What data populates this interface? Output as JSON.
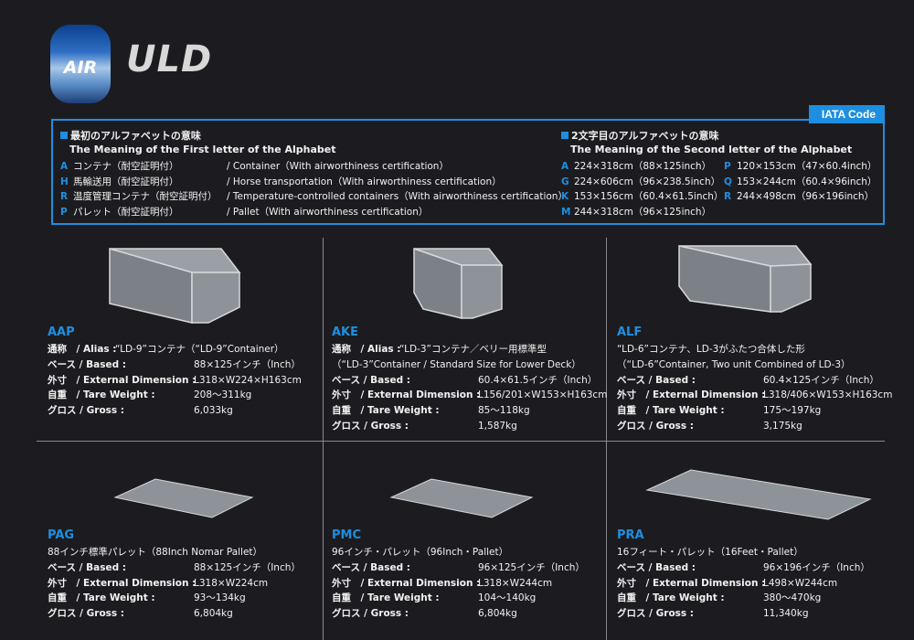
{
  "header": {
    "logo_text": "AIR",
    "title": "ULD"
  },
  "iata_label": "IATA Code",
  "first_letter": {
    "heading_jp": "最初のアルファベットの意味",
    "heading_en": "The Meaning of the First letter of the Alphabet",
    "items": [
      {
        "key": "A",
        "jp": "コンテナ（耐空証明付）",
        "en": "/ Container（With airworthiness certification）"
      },
      {
        "key": "H",
        "jp": "馬輸送用（耐空証明付）",
        "en": "/ Horse transportation（With airworthiness certification）"
      },
      {
        "key": "R",
        "jp": "温度管理コンテナ（耐空証明付）",
        "en": "/ Temperature-controlled containers（With airworthiness certification）"
      },
      {
        "key": "P",
        "jp": "パレット（耐空証明付）",
        "en": "/ Pallet（With airworthiness certification）"
      }
    ]
  },
  "second_letter": {
    "heading_jp": "2文字目のアルファベットの意味",
    "heading_en": "The Meaning of the Second letter of the Alphabet",
    "col1": [
      {
        "key": "A",
        "val": "224×318cm（88×125inch）"
      },
      {
        "key": "G",
        "val": "224×606cm（96×238.5inch）"
      },
      {
        "key": "K",
        "val": "153×156cm（60.4×61.5inch）"
      },
      {
        "key": "M",
        "val": "244×318cm（96×125inch）"
      }
    ],
    "col2": [
      {
        "key": "P",
        "val": "120×153cm（47×60.4inch）"
      },
      {
        "key": "Q",
        "val": "153×244cm（60.4×96inch）"
      },
      {
        "key": "R",
        "val": "244×498cm（96×196inch）"
      }
    ]
  },
  "items": [
    {
      "code": "AAP",
      "lines": [
        {
          "l": "通称　/ Alias :",
          "v": "“LD-9”コンテナ（“LD-9”Container）",
          "lb": true,
          "vx": 74
        },
        {
          "l": "ベース / Based :",
          "v": "88×125インチ（Inch）",
          "lb": true,
          "vx": 160
        },
        {
          "l": "外寸　/ External Dimension :",
          "v": "L318×W224×H163cm",
          "lb": true,
          "vx": 160
        },
        {
          "l": "自重　/ Tare Weight :",
          "v": "208〜311kg",
          "lb": true,
          "vx": 160
        },
        {
          "l": "グロス / Gross :",
          "v": "6,033kg",
          "lb": true,
          "vx": 160
        }
      ]
    },
    {
      "code": "AKE",
      "lines": [
        {
          "l": "通称　/ Alias :",
          "v": "“LD-3”コンテナ／ベリー用標準型",
          "lb": true,
          "vx": 74
        },
        {
          "l": "",
          "v": "（“LD-3”Container / Standard Size for Lower Deck）",
          "lb": false,
          "vx": 0
        },
        {
          "l": "ベース / Based :",
          "v": "60.4×61.5インチ（Inch）",
          "lb": true,
          "vx": 160
        },
        {
          "l": "外寸　/ External Dimension :",
          "v": "L156/201×W153×H163cm",
          "lb": true,
          "vx": 160
        },
        {
          "l": "自重　/ Tare Weight :",
          "v": "85〜118kg",
          "lb": true,
          "vx": 160
        },
        {
          "l": "グロス / Gross :",
          "v": "1,587kg",
          "lb": true,
          "vx": 160
        }
      ]
    },
    {
      "code": "ALF",
      "lines": [
        {
          "l": "",
          "v": "“LD-6”コンテナ、LD-3がふたつ合体した形",
          "lb": false,
          "vx": 0
        },
        {
          "l": "",
          "v": "（“LD-6”Container, Two unit Combined of LD-3）",
          "lb": false,
          "vx": 0
        },
        {
          "l": "ベース / Based :",
          "v": "60.4×125インチ（Inch）",
          "lb": true,
          "vx": 160
        },
        {
          "l": "外寸　/ External Dimension :",
          "v": "L318/406×W153×H163cm",
          "lb": true,
          "vx": 160
        },
        {
          "l": "自重　/ Tare Weight :",
          "v": "175〜197kg",
          "lb": true,
          "vx": 160
        },
        {
          "l": "グロス / Gross :",
          "v": "3,175kg",
          "lb": true,
          "vx": 160
        }
      ]
    },
    {
      "code": "PAG",
      "lines": [
        {
          "l": "",
          "v": "88インチ標準パレット（88Inch Nomar Pallet）",
          "lb": false,
          "vx": 0
        },
        {
          "l": "ベース / Based :",
          "v": "88×125インチ（Inch）",
          "lb": true,
          "vx": 160
        },
        {
          "l": "外寸　/ External Dimension :",
          "v": "L318×W224cm",
          "lb": true,
          "vx": 160
        },
        {
          "l": "自重　/ Tare Weight :",
          "v": "93〜134kg",
          "lb": true,
          "vx": 160
        },
        {
          "l": "グロス / Gross :",
          "v": "6,804kg",
          "lb": true,
          "vx": 160
        }
      ]
    },
    {
      "code": "PMC",
      "lines": [
        {
          "l": "",
          "v": "96インチ・パレット（96Inch・Pallet）",
          "lb": false,
          "vx": 0
        },
        {
          "l": "ベース / Based :",
          "v": "96×125インチ（Inch）",
          "lb": true,
          "vx": 160
        },
        {
          "l": "外寸　/ External Dimension :",
          "v": "L318×W244cm",
          "lb": true,
          "vx": 160
        },
        {
          "l": "自重　/ Tare Weight :",
          "v": "104〜140kg",
          "lb": true,
          "vx": 160
        },
        {
          "l": "グロス / Gross :",
          "v": "6,804kg",
          "lb": true,
          "vx": 160
        }
      ]
    },
    {
      "code": "PRA",
      "lines": [
        {
          "l": "",
          "v": "16フィート・パレット（16Feet・Pallet）",
          "lb": false,
          "vx": 0
        },
        {
          "l": "ベース / Based :",
          "v": "96×196インチ（Inch）",
          "lb": true,
          "vx": 160
        },
        {
          "l": "外寸　/ External Dimension :",
          "v": "L498×W244cm",
          "lb": true,
          "vx": 160
        },
        {
          "l": "自重　/ Tare Weight :",
          "v": "380〜470kg",
          "lb": true,
          "vx": 160
        },
        {
          "l": "グロス / Gross :",
          "v": "11,340kg",
          "lb": true,
          "vx": 160
        }
      ]
    }
  ]
}
